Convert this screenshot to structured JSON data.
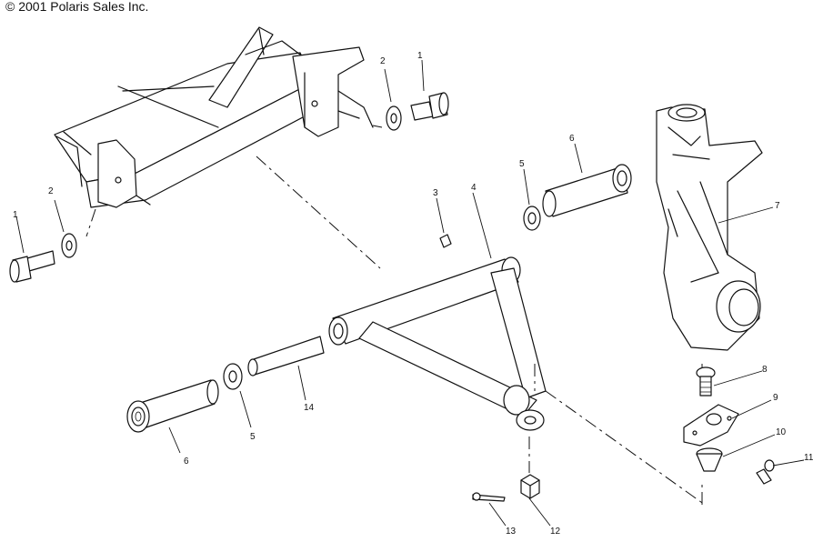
{
  "copyright": "© 2001 Polaris Sales Inc.",
  "callouts": {
    "c1a": "1",
    "c1b": "1",
    "c2a": "2",
    "c2b": "2",
    "c3": "3",
    "c4": "4",
    "c5a": "5",
    "c5b": "5",
    "c6a": "6",
    "c6b": "6",
    "c7": "7",
    "c8": "8",
    "c9": "9",
    "c10": "10",
    "c11": "11",
    "c12": "12",
    "c13": "13",
    "c14": "14"
  }
}
